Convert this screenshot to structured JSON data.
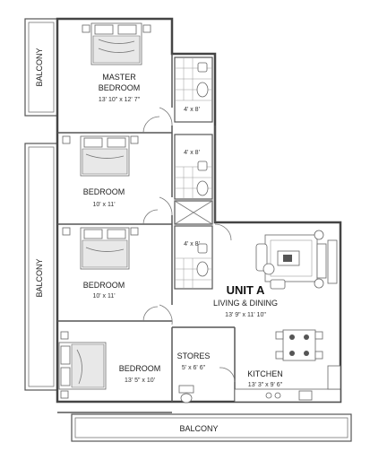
{
  "plan": {
    "unit_name": "UNIT A",
    "rooms": {
      "master_bedroom": {
        "name_line1": "MASTER",
        "name_line2": "BEDROOM",
        "dims": "13' 10\" x 12' 7\""
      },
      "bedroom_2": {
        "name": "BEDROOM",
        "dims": "10' x 11'"
      },
      "bedroom_3": {
        "name": "BEDROOM",
        "dims": "10' x 11'"
      },
      "bedroom_4": {
        "name": "BEDROOM",
        "dims": "13' 5\" x 10'"
      },
      "living_dining": {
        "name": "LIVING & DINING",
        "dims": "13' 9\" x 11' 10\""
      },
      "stores": {
        "name": "STORES",
        "dims": "5' x 6' 6\""
      },
      "kitchen": {
        "name": "KITCHEN",
        "dims": "13' 3\" x 9' 6\""
      },
      "bath_1": {
        "dims": "4' x 8'"
      },
      "bath_2": {
        "dims": "4' x 8'"
      },
      "bath_3": {
        "dims": "4' x 8'"
      }
    },
    "balconies": {
      "top_left": "BALCONY",
      "mid_left": "BALCONY",
      "bottom": "BALCONY"
    }
  }
}
